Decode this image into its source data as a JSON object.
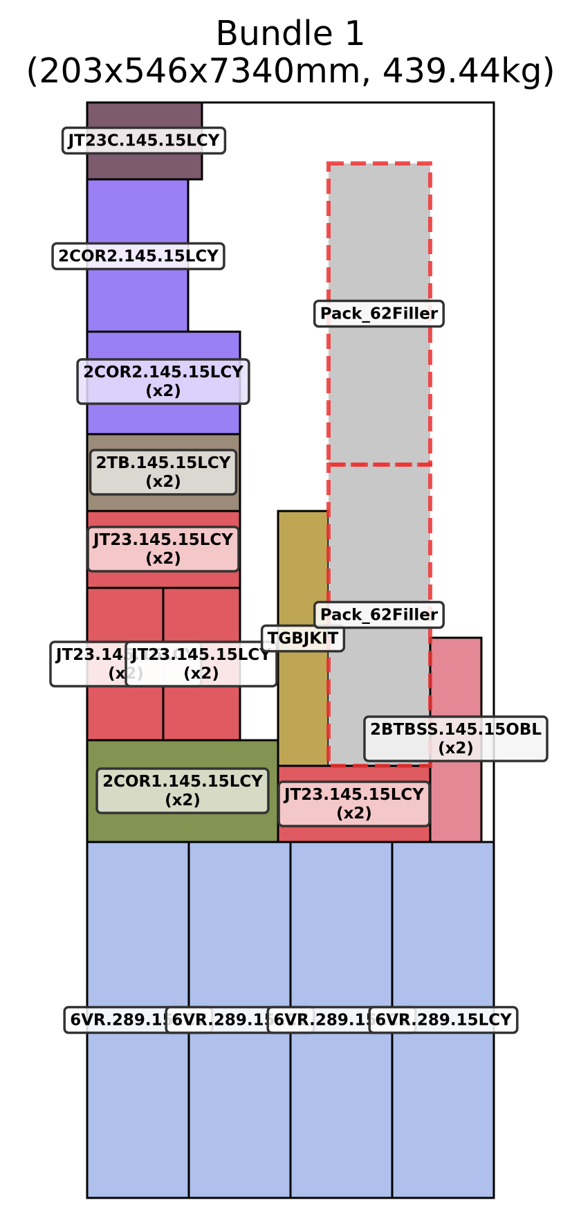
{
  "title": {
    "line1": "Bundle 1",
    "line2": "(203x546x7340mm, 439.44kg)"
  },
  "colors": {
    "outline": "#000000",
    "label_bg": "#ffffff",
    "label_border": "#333333",
    "filler_fill": "#c8c8c8",
    "filler_border": "#ee3333"
  },
  "packs": [
    {
      "id": "p1",
      "name": "JT23C.145.15LCY",
      "qty": "",
      "color": "#7d5a6e",
      "label_bg": "#ffffff"
    },
    {
      "id": "p2",
      "name": "2COR2.145.15LCY",
      "qty": "",
      "color": "#9b7ff5",
      "label_bg": "#ffffff"
    },
    {
      "id": "p3",
      "name": "2COR2.145.15LCY",
      "qty": "(x2)",
      "color": "#9b7ff5",
      "label_bg": "#e6e0fc"
    },
    {
      "id": "p4",
      "name": "2TB.145.15LCY",
      "qty": "(x2)",
      "color": "#9b8b78",
      "label_bg": "#e6e4e0"
    },
    {
      "id": "p5",
      "name": "JT23.145.15LCY",
      "qty": "(x2)",
      "color": "#e05a61",
      "label_bg": "#f7dadb"
    },
    {
      "id": "p6",
      "name": "JT23.145.15LCY",
      "qty": "(x2)",
      "color": "#e05a61",
      "label_bg": "#ffffff"
    },
    {
      "id": "p7",
      "name": "JT23.145.15LCY",
      "qty": "(x2)",
      "color": "#e05a61",
      "label_bg": "#ffffff"
    },
    {
      "id": "p8",
      "name": "TGBJKIT",
      "qty": "",
      "color": "#bea654",
      "label_bg": "#ffffff"
    },
    {
      "id": "p9",
      "name": "Pack_62Filler",
      "qty": "",
      "color": "#c8c8c8",
      "label_bg": "#ffffff",
      "filler": true
    },
    {
      "id": "p10",
      "name": "Pack_62Filler",
      "qty": "",
      "color": "#c8c8c8",
      "label_bg": "#ffffff",
      "filler": true
    },
    {
      "id": "p11",
      "name": "2BTBSS.145.15OBL",
      "qty": "(x2)",
      "color": "#e38894",
      "label_bg": "#f4f4f4"
    },
    {
      "id": "p12",
      "name": "2COR1.145.15LCY",
      "qty": "(x2)",
      "color": "#839352",
      "label_bg": "#e6e7da"
    },
    {
      "id": "p13",
      "name": "JT23.145.15LCY",
      "qty": "(x2)",
      "color": "#e05a61",
      "label_bg": "#f7dadb"
    },
    {
      "id": "p14",
      "name": "6VR.289.15LCY",
      "qty": "",
      "color": "#aec0eb",
      "label_bg": "#ffffff"
    },
    {
      "id": "p15",
      "name": "6VR.289.15LCY",
      "qty": "",
      "color": "#aec0eb",
      "label_bg": "#ffffff"
    },
    {
      "id": "p16",
      "name": "6VR.289.15LCY",
      "qty": "",
      "color": "#aec0eb",
      "label_bg": "#ffffff"
    },
    {
      "id": "p17",
      "name": "6VR.289.15LCY",
      "qty": "",
      "color": "#aec0eb",
      "label_bg": "#ffffff"
    }
  ]
}
